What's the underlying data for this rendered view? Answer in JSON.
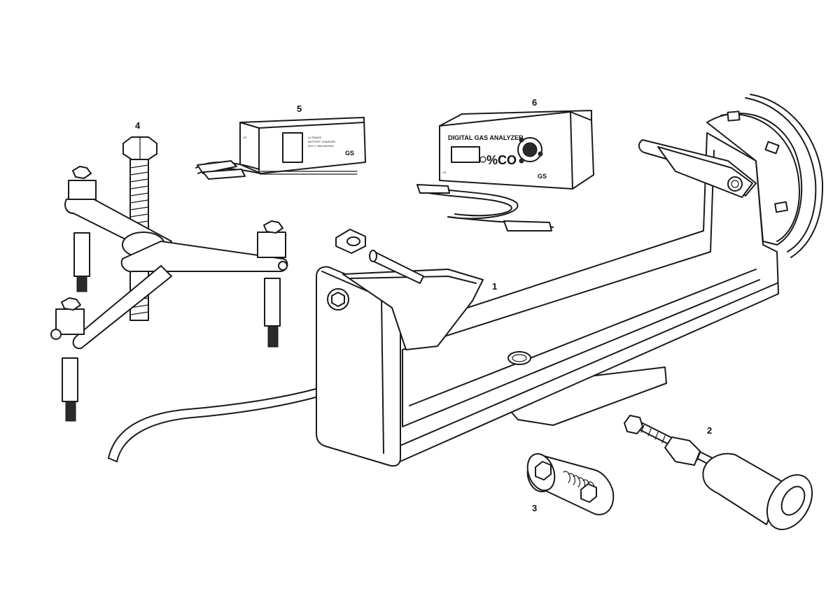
{
  "callouts": {
    "c1": "1",
    "c2": "2",
    "c3": "3",
    "c4": "4",
    "c5": "5",
    "c6": "6"
  },
  "charger": {
    "brand": "GS",
    "text_line1": "ULTIMATE",
    "text_line2": "BATTERY CHARGER",
    "text_line3": "6/12 V  4/8A  50/60Hz",
    "ce": "CE"
  },
  "analyzer": {
    "title": "DIGITAL GAS ANALYZER",
    "readout_label": "%CO",
    "ce": "CE",
    "brand": "GS"
  }
}
